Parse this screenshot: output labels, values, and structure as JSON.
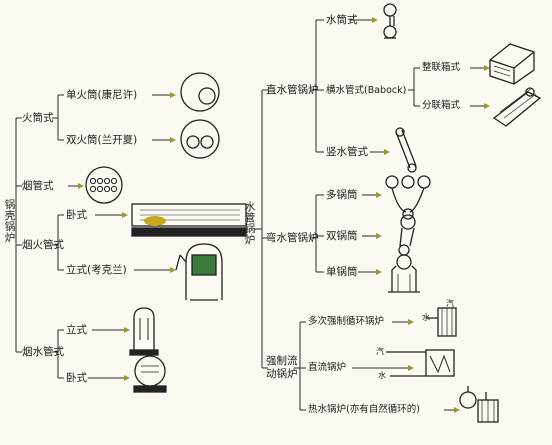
{
  "shell_boiler": {
    "root": "锅壳锅炉",
    "fire_tube": {
      "label": "火筒式",
      "single": "单火筒(康尼许)",
      "double": "双火筒(兰开夏)"
    },
    "smoke_tube": "烟管式",
    "fire_smoke_tube": {
      "label": "烟火管式",
      "horizontal": "卧式",
      "vertical": "立式(考克兰)"
    },
    "smoke_water_tube": {
      "label": "烟水管式",
      "vertical": "立式",
      "horizontal": "卧式"
    }
  },
  "water_tube_boiler": {
    "root": "水管锅炉",
    "straight": {
      "label": "直水管锅炉",
      "drum_type": "水筒式",
      "cross_type": "横水管式(Babock)",
      "whole_header": "整联箱式",
      "split_header": "分联箱式",
      "vertical_type": "竖水管式"
    },
    "bent": {
      "label": "弯水管锅炉",
      "multi_drum": "多锅筒",
      "double_drum": "双锅筒",
      "single_drum": "单锅筒"
    },
    "forced_flow": {
      "label": "强制流动锅炉",
      "multi_circ": "多次强制循环锅炉",
      "once_through": "直流锅炉",
      "hot_water": "热水锅炉(亦有自然循环的)"
    },
    "markers": {
      "steam": "汽",
      "water": "水"
    }
  },
  "colors": {
    "line": "#2b2b2b",
    "arrow_fill": "#9a9a2a",
    "accent": "#c8a81c",
    "boiler_fill": "#3b7a3a"
  }
}
